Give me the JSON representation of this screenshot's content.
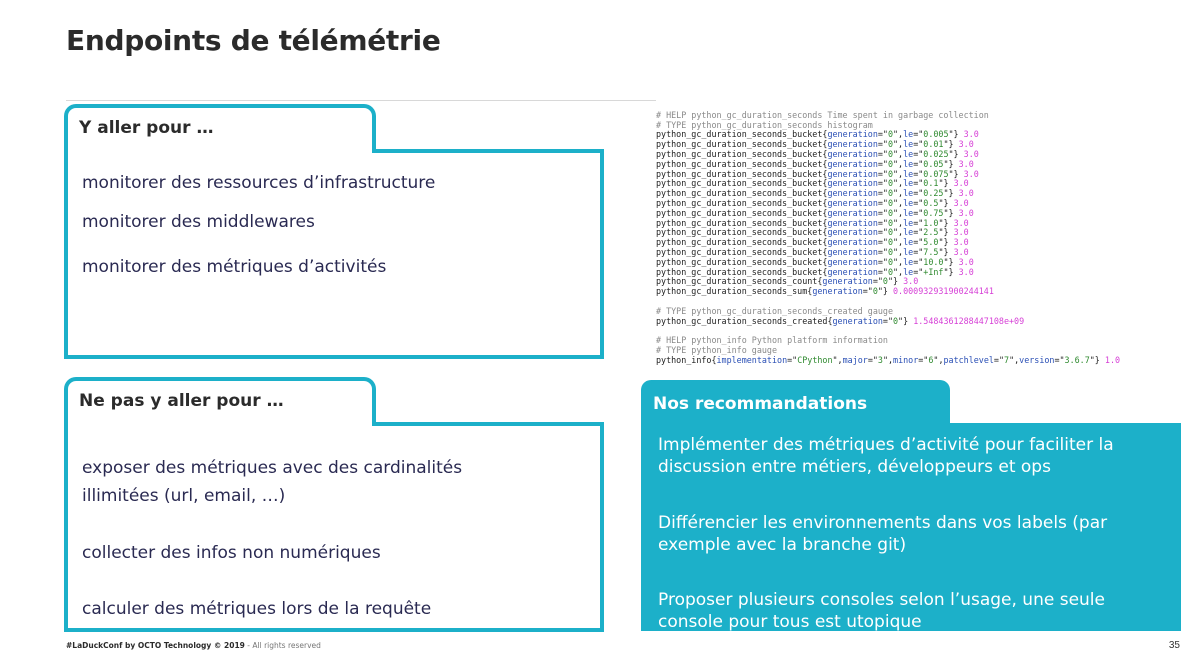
{
  "slide": {
    "title": "Endpoints de télémétrie",
    "page_number": "35"
  },
  "go_for": {
    "heading": "Y aller pour …",
    "items": [
      "monitorer des ressources d’infrastructure",
      "monitorer des middlewares",
      "monitorer des métriques d’activités"
    ]
  },
  "not_for": {
    "heading": "Ne pas y aller pour …",
    "items": [
      "exposer des métriques avec des cardinalités",
      "illimitées (url, email, …)",
      "collecter des infos non numériques",
      "calculer des métriques lors de la requête"
    ]
  },
  "recommendations": {
    "heading": "Nos recommandations",
    "items": [
      {
        "line1": "Implémenter des métriques d’activité pour faciliter la",
        "line2": "discussion entre métiers, développeurs et ops"
      },
      {
        "line1": "Différencier les environnements dans vos labels (par",
        "line2": "exemple avec la branche git)"
      },
      {
        "line1": "Proposer plusieurs consoles selon l’usage, une seule",
        "line2": "console pour tous est utopique"
      }
    ]
  },
  "metrics_code": {
    "help_gc": "# HELP python_gc_duration_seconds Time spent in garbage collection",
    "type_gc": "# TYPE python_gc_duration_seconds histogram",
    "bucket_name": "python_gc_duration_seconds_bucket",
    "buckets": [
      {
        "le": "0.005",
        "value": "3.0"
      },
      {
        "le": "0.01",
        "value": "3.0"
      },
      {
        "le": "0.025",
        "value": "3.0"
      },
      {
        "le": "0.05",
        "value": "3.0"
      },
      {
        "le": "0.075",
        "value": "3.0"
      },
      {
        "le": "0.1",
        "value": "3.0"
      },
      {
        "le": "0.25",
        "value": "3.0"
      },
      {
        "le": "0.5",
        "value": "3.0"
      },
      {
        "le": "0.75",
        "value": "3.0"
      },
      {
        "le": "1.0",
        "value": "3.0"
      },
      {
        "le": "2.5",
        "value": "3.0"
      },
      {
        "le": "5.0",
        "value": "3.0"
      },
      {
        "le": "7.5",
        "value": "3.0"
      },
      {
        "le": "10.0",
        "value": "3.0"
      },
      {
        "le": "+Inf",
        "value": "3.0"
      }
    ],
    "count_name": "python_gc_duration_seconds_count",
    "count_value": "3.0",
    "sum_name": "python_gc_duration_seconds_sum",
    "sum_value": "0.000932931900244141",
    "type_created": "# TYPE python_gc_duration_seconds_created gauge",
    "created_name": "python_gc_duration_seconds_created",
    "created_value": "1.5484361288447108e+09",
    "help_info": "# HELP python_info Python platform information",
    "type_info": "# TYPE python_info gauge",
    "info_name": "python_info",
    "info_implementation": "CPython",
    "info_major": "3",
    "info_minor": "6",
    "info_patchlevel": "7",
    "info_version": "3.6.7",
    "info_value": "1.0",
    "generation": "0"
  },
  "footer": {
    "brand": "#LaDuckConf by OCTO Technology © 2019",
    "rights": " - All rights reserved"
  },
  "colors": {
    "accent": "#1cb0c9",
    "text": "#2a2a52"
  }
}
